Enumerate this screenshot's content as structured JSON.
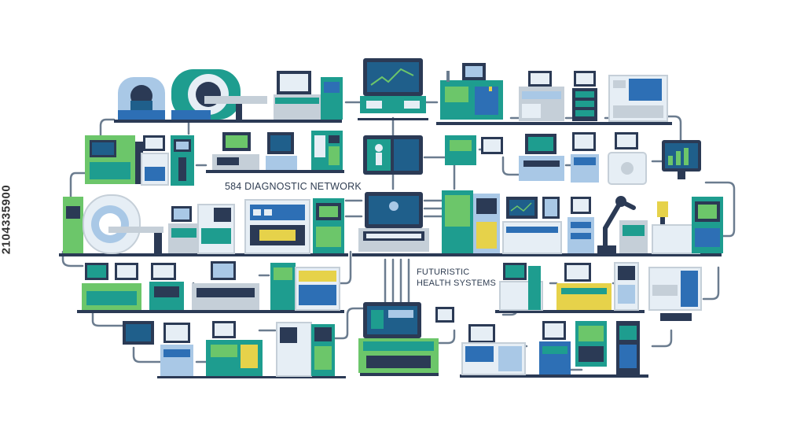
{
  "labels": {
    "network": "584 DIAGNOSTIC NETWORK",
    "futuristic_line1": "FUTURISTIC",
    "futuristic_line2": "HEALTH SYSTEMS"
  },
  "stock_id": "2104335900",
  "colors": {
    "navy": "#2b3a55",
    "teal": "#1e9d8f",
    "green": "#6cc66a",
    "blue": "#2d6fb5",
    "light_blue": "#a9c8e6",
    "pale": "#e6eef5",
    "gray": "#c5cfd8",
    "yellow": "#e6d24a",
    "screen": "#1f5f8b"
  },
  "icons": [
    "mri-scanner-icon",
    "ct-scanner-icon",
    "monitor-icon",
    "analyzer-icon",
    "robot-arm-icon",
    "cable-icon"
  ]
}
